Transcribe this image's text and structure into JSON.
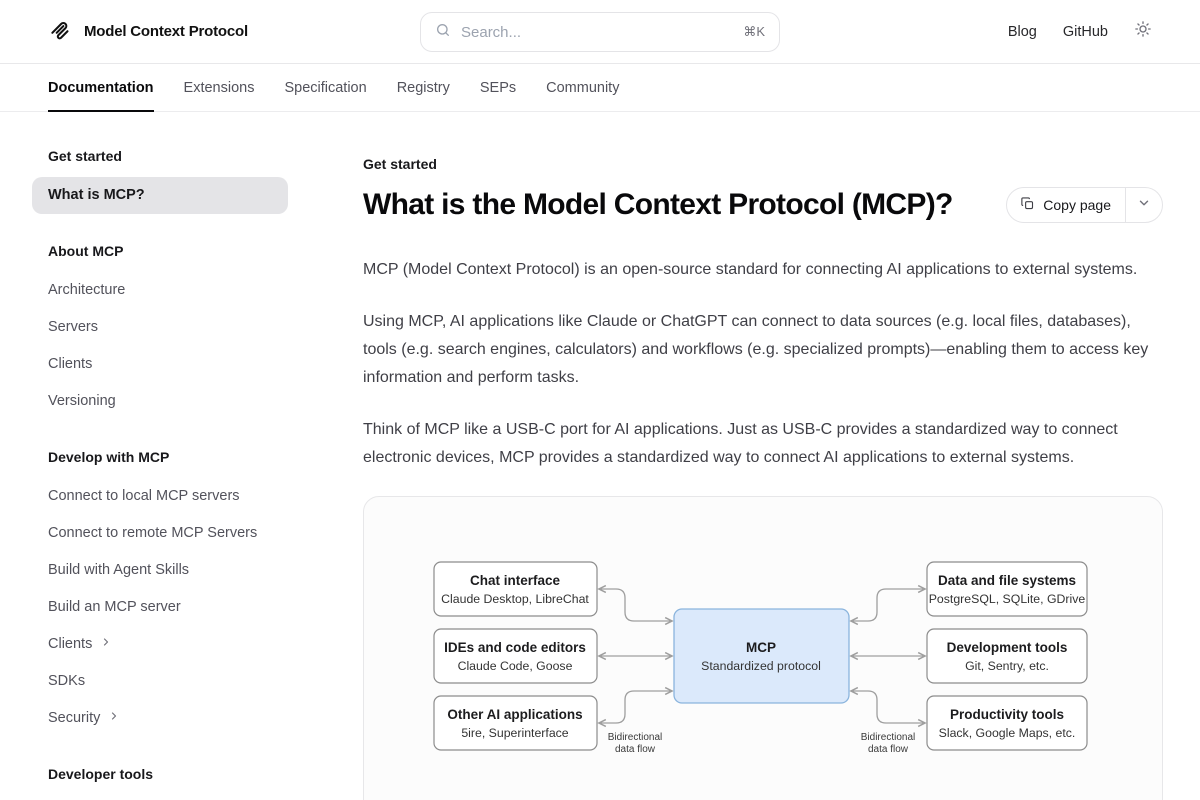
{
  "header": {
    "brand": "Model Context Protocol",
    "search": {
      "placeholder": "Search...",
      "shortcut": "⌘K"
    },
    "links": {
      "blog": "Blog",
      "github": "GitHub"
    }
  },
  "nav_tabs": {
    "documentation": "Documentation",
    "extensions": "Extensions",
    "specification": "Specification",
    "registry": "Registry",
    "seps": "SEPs",
    "community": "Community"
  },
  "sidebar": {
    "sections": [
      {
        "heading": "Get started",
        "items": [
          {
            "label": "What is MCP?",
            "active": true
          }
        ]
      },
      {
        "heading": "About MCP",
        "items": [
          {
            "label": "Architecture"
          },
          {
            "label": "Servers"
          },
          {
            "label": "Clients"
          },
          {
            "label": "Versioning"
          }
        ]
      },
      {
        "heading": "Develop with MCP",
        "items": [
          {
            "label": "Connect to local MCP servers"
          },
          {
            "label": "Connect to remote MCP Servers"
          },
          {
            "label": "Build with Agent Skills"
          },
          {
            "label": "Build an MCP server"
          },
          {
            "label": "Clients",
            "chevron": true
          },
          {
            "label": "SDKs"
          },
          {
            "label": "Security",
            "chevron": true
          }
        ]
      },
      {
        "heading": "Developer tools",
        "items": []
      }
    ]
  },
  "main": {
    "eyebrow": "Get started",
    "title": "What is the Model Context Protocol (MCP)?",
    "copy_button": {
      "label": "Copy page"
    },
    "paragraphs": {
      "p1": "MCP (Model Context Protocol) is an open-source standard for connecting AI applications to external systems.",
      "p2": "Using MCP, AI applications like Claude or ChatGPT can connect to data sources (e.g. local files, databases), tools (e.g. search engines, calculators) and workflows (e.g. specialized prompts)—enabling them to access key information and perform tasks.",
      "p3": "Think of MCP like a USB-C port for AI applications. Just as USB-C provides a standardized way to connect electronic devices, MCP provides a standardized way to connect AI applications to external systems."
    }
  },
  "diagram": {
    "center": {
      "title": "MCP",
      "subtitle": "Standardized protocol"
    },
    "left_boxes": [
      {
        "title": "Chat interface",
        "subtitle": "Claude Desktop, LibreChat"
      },
      {
        "title": "IDEs and code editors",
        "subtitle": "Claude Code, Goose"
      },
      {
        "title": "Other AI applications",
        "subtitle": "5ire, Superinterface"
      }
    ],
    "right_boxes": [
      {
        "title": "Data and file systems",
        "subtitle": "PostgreSQL, SQLite, GDrive"
      },
      {
        "title": "Development tools",
        "subtitle": "Git, Sentry, etc."
      },
      {
        "title": "Productivity tools",
        "subtitle": "Slack, Google Maps, etc."
      }
    ],
    "flow_label": {
      "line1": "Bidirectional",
      "line2": "data flow"
    },
    "colors": {
      "center_fill": "#dbe9fb",
      "center_stroke": "#8ab4dd",
      "box_stroke": "#8c8c8c",
      "connector": "#9e9e9e"
    }
  }
}
